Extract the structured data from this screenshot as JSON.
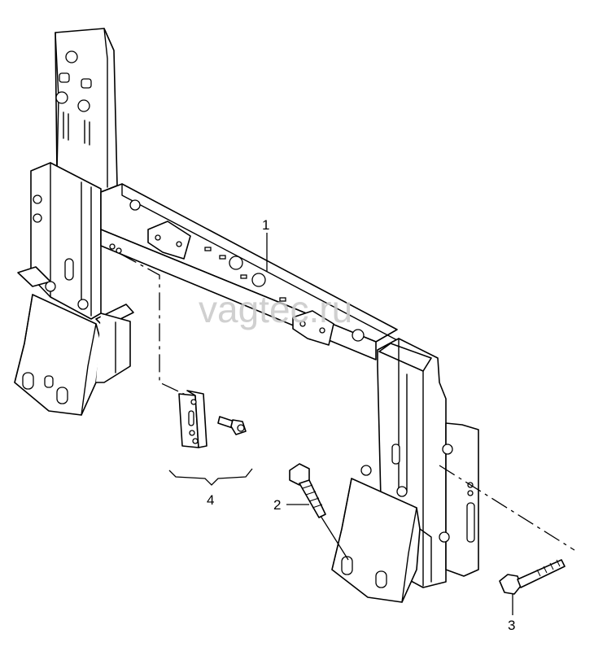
{
  "watermark": "vagtec.ru",
  "callouts": {
    "c1": "1",
    "c2": "2",
    "c3": "3",
    "c4": "4"
  },
  "colors": {
    "line": "#000000",
    "background": "#ffffff",
    "watermark": "#c8c8c8"
  }
}
